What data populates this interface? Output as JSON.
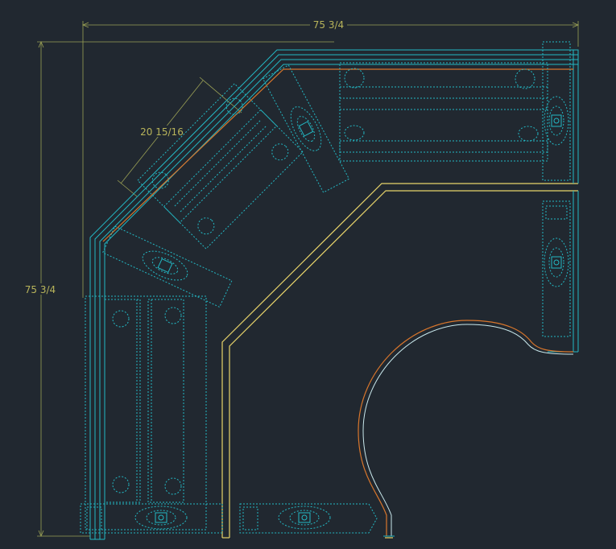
{
  "drawing": {
    "background": "#212830",
    "dimensions": {
      "top_width": "75 3/4",
      "left_height": "75 3/4",
      "angled_section": "20 15/16"
    },
    "colors": {
      "frame": "#23b8c4",
      "dimension": "#9aa055",
      "desktop_edge": "#e8d46a",
      "cutout_edge": "#d8762c"
    }
  }
}
